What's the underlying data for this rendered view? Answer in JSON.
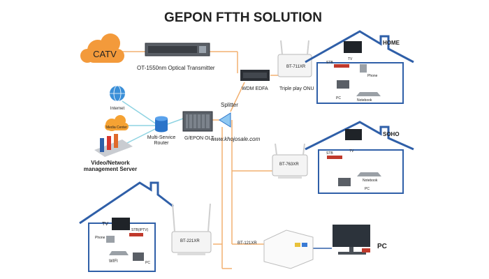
{
  "title": "GEPON FTTH SOLUTION",
  "watermark": "www.khojosale.com",
  "colors": {
    "house": "#2f5fa8",
    "label_orange": "#e0622a",
    "fiber": "#f2b070",
    "cable": "#8ed3e2",
    "catv_cloud": "#f39a3b",
    "media_cloud": "#f5a233",
    "globe": "#3a8fd8"
  },
  "sources": {
    "catv": "CATV",
    "internet": "Internet",
    "media_center": "Media Center",
    "server": "Video/Network\nmanagement Server",
    "router": "Multi-Service\nRouter"
  },
  "headend": {
    "transmitter": "OT-1550nm Optical Transmitter",
    "olt": "G/EPON OLT",
    "edfa": "WDM EDFA",
    "splitter": "Splitter"
  },
  "home": {
    "label": "HOME",
    "onu_model": "BT-711XR",
    "onu_caption": "Triple play ONU",
    "devices": {
      "stb": "STB",
      "tv": "TV",
      "phone": "Phone",
      "pc": "PC",
      "notebook": "Notebook"
    }
  },
  "soho": {
    "label": "SOHO",
    "onu_model": "BT-763XR",
    "devices": {
      "stb": "STB",
      "tv": "TV",
      "notebook": "Notebook",
      "pc": "PC"
    }
  },
  "branch": {
    "onu_model": "BT-221XR",
    "devices": {
      "tv": "TV",
      "stb": "STB(IPTV)",
      "phone": "Phone",
      "wifi": "WIFI",
      "pc": "PC"
    }
  },
  "pc_link": {
    "onu_model": "BT-121XR",
    "pc": "PC"
  }
}
